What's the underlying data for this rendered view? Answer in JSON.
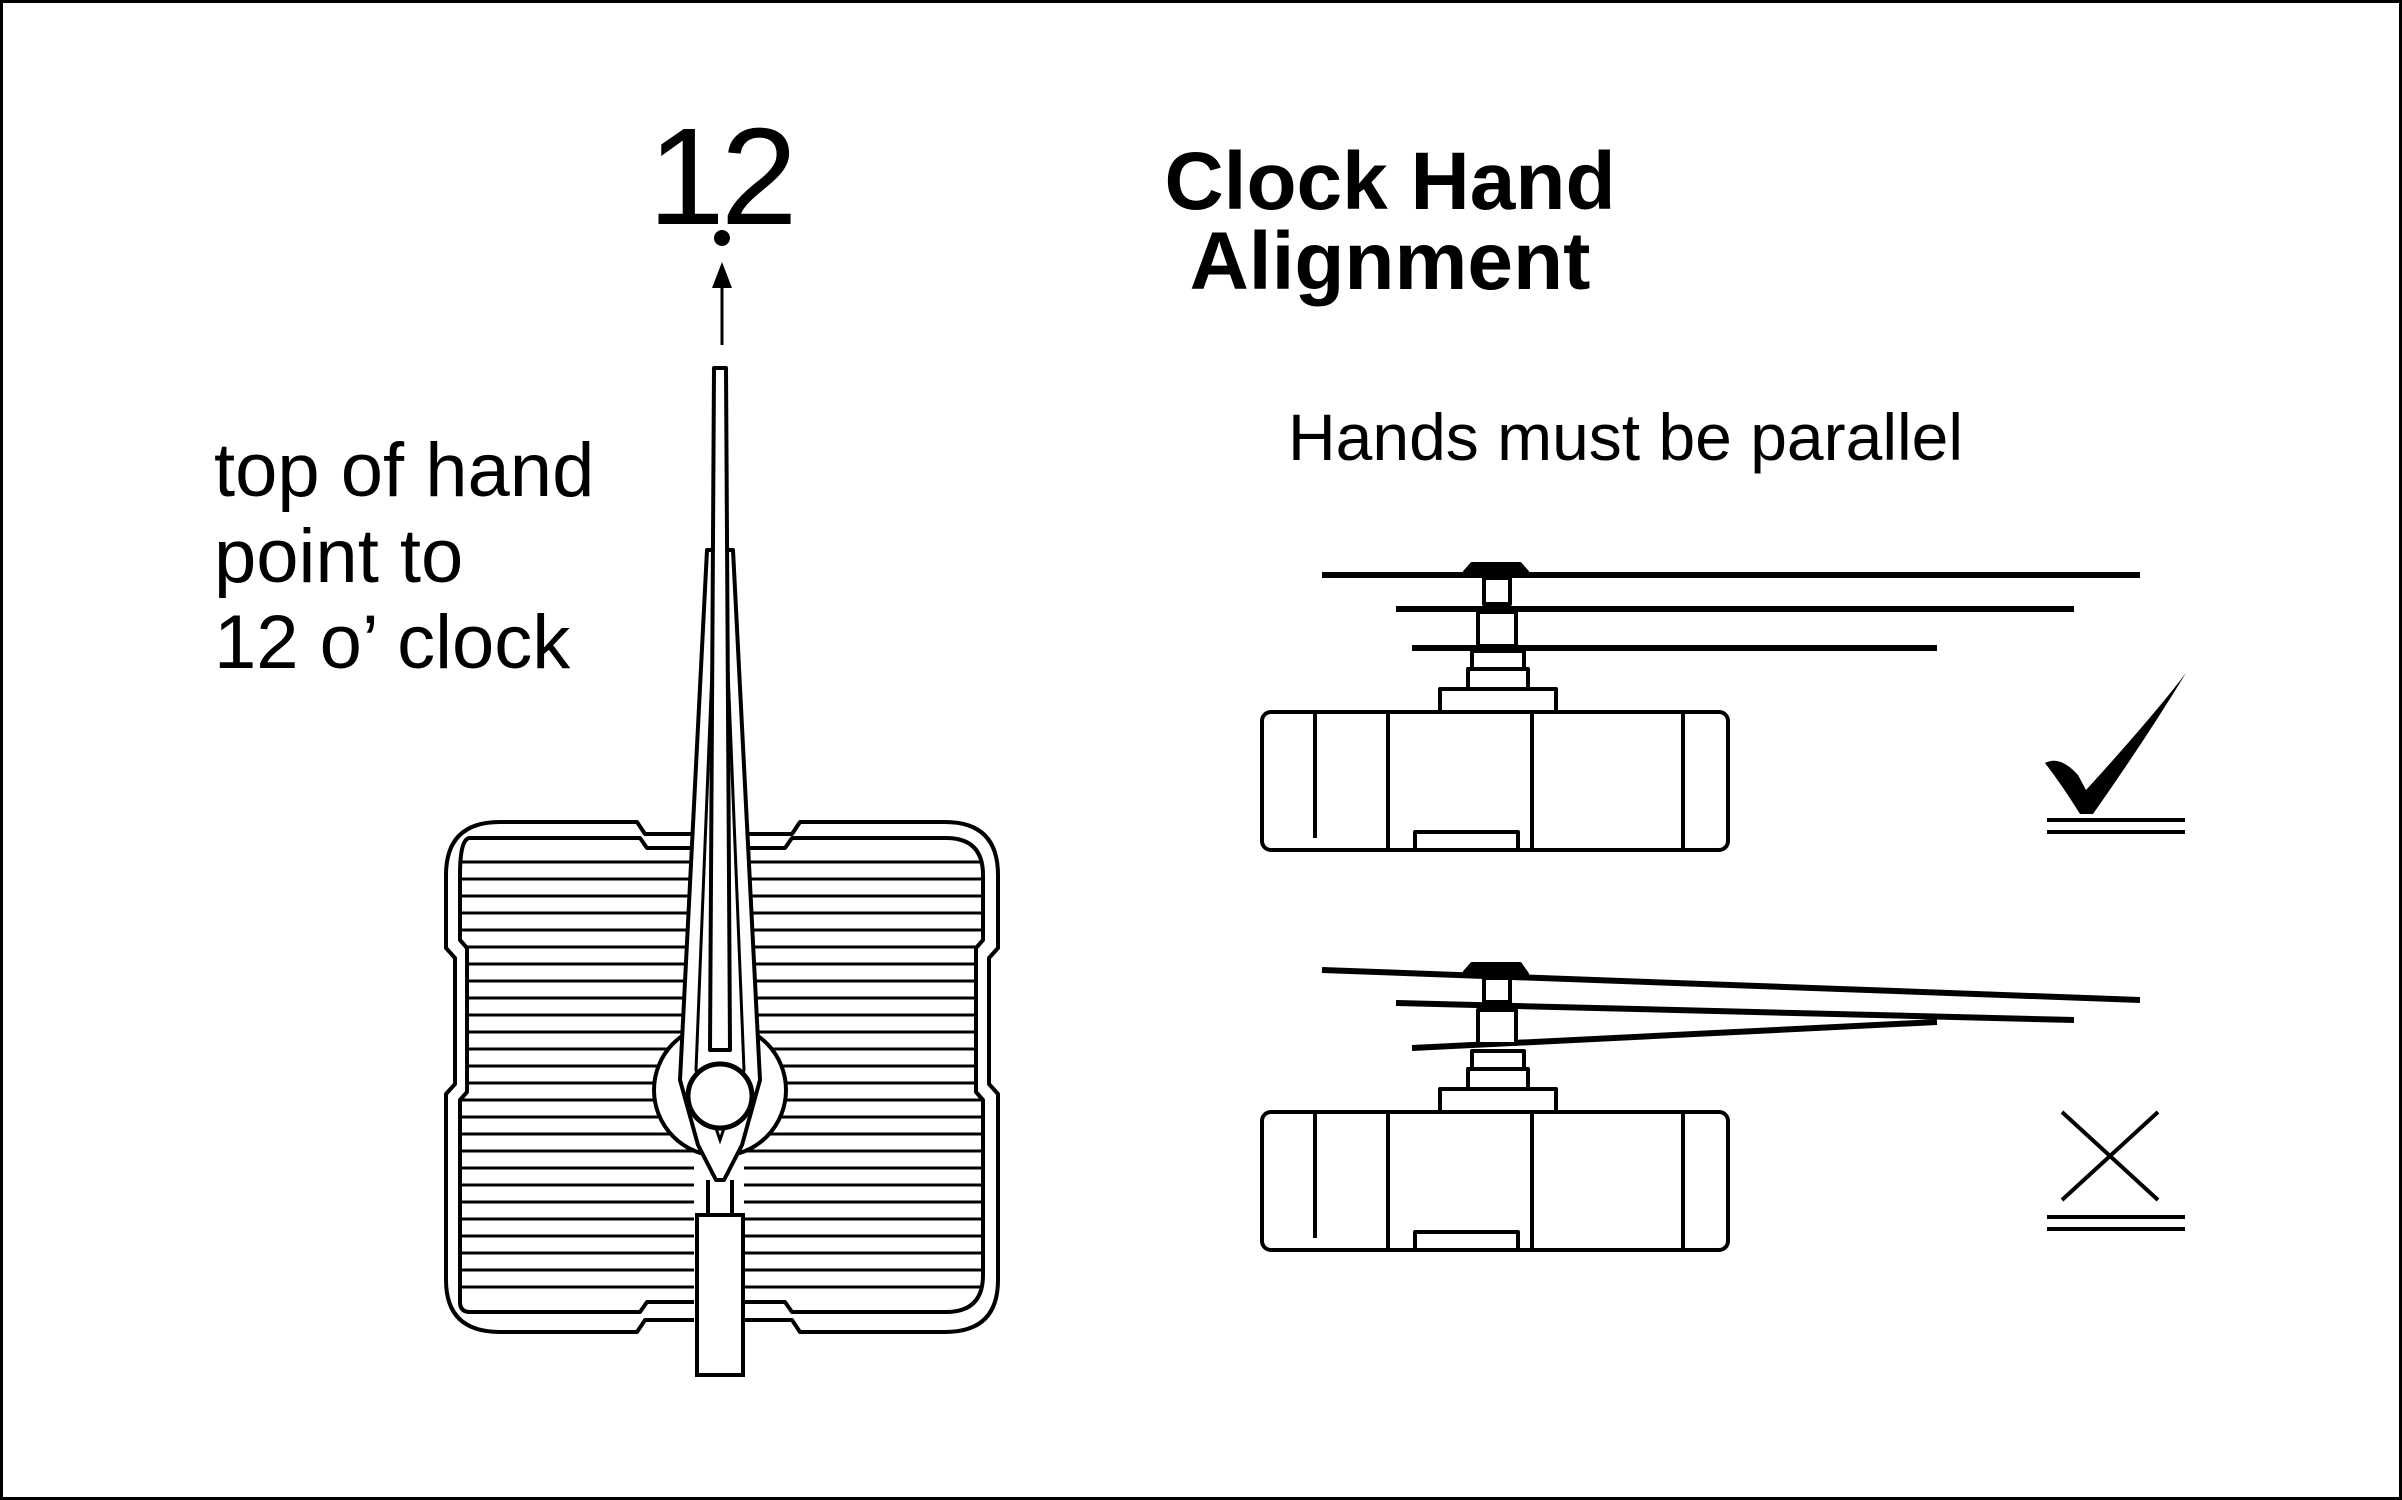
{
  "diagram": {
    "twelve_marker": "12",
    "title_line1": "Clock Hand",
    "title_line2": "Alignment",
    "caption_line1": "top of hand",
    "caption_line2": "point to",
    "caption_line3": "12 o’ clock",
    "parallel_note": "Hands must be parallel",
    "correct_mark_icon": "check-mark-icon",
    "incorrect_mark_icon": "x-mark-icon",
    "line_color": "#000000",
    "background_color": "#ffffff"
  }
}
